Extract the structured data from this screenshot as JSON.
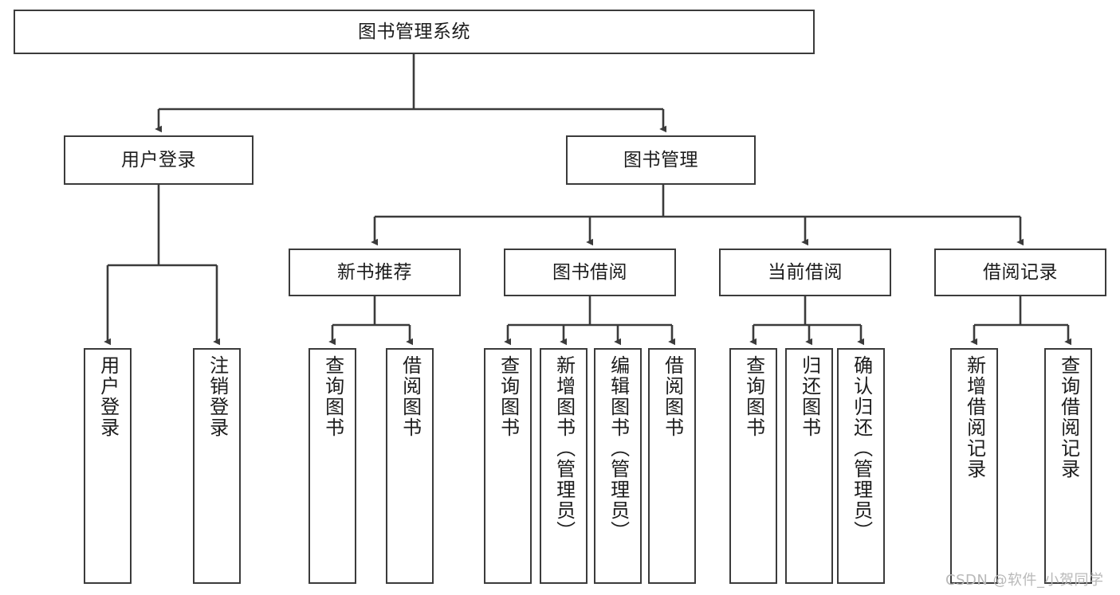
{
  "diagram": {
    "title": "图书管理系统",
    "type": "hierarchy-tree",
    "watermark": "CSDN @软件_小贺同学",
    "colors": {
      "border": "#3b3b3b",
      "background": "#ffffff",
      "text": "#1c1c1c",
      "watermark": "#b9b9b9"
    },
    "levels": {
      "root": {
        "label": "图书管理系统"
      },
      "level2": [
        {
          "label": "用户登录"
        },
        {
          "label": "图书管理"
        }
      ],
      "level3": [
        {
          "label": "新书推荐"
        },
        {
          "label": "图书借阅"
        },
        {
          "label": "当前借阅"
        },
        {
          "label": "借阅记录"
        }
      ],
      "leaves": {
        "user_login": [
          {
            "label": "用户登录"
          },
          {
            "label": "注销登录"
          }
        ],
        "new_book_recommend": [
          {
            "label": "查询图书"
          },
          {
            "label": "借阅图书"
          }
        ],
        "book_borrow": [
          {
            "label": "查询图书"
          },
          {
            "label": "新增图书（管理员）"
          },
          {
            "label": "编辑图书（管理员）"
          },
          {
            "label": "借阅图书"
          }
        ],
        "current_borrow": [
          {
            "label": "查询图书"
          },
          {
            "label": "归还图书"
          },
          {
            "label": "确认归还（管理员）"
          }
        ],
        "borrow_record": [
          {
            "label": "新增借阅记录"
          },
          {
            "label": "查询借阅记录"
          }
        ]
      }
    }
  }
}
